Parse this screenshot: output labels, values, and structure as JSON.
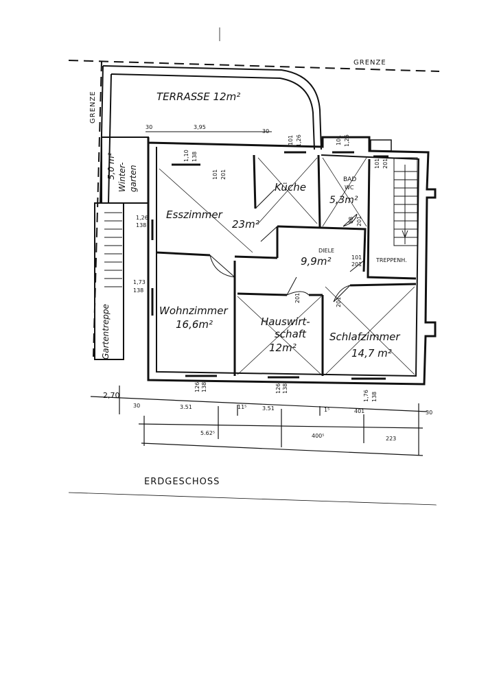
{
  "plan": {
    "floor_label": "ERDGESCHOSS",
    "boundary_labels": {
      "top": "GRENZE",
      "left": "GRENZE"
    },
    "rooms": {
      "terrasse": "TERRASSE 12m²",
      "wintergarten_area": "5,0 m²",
      "wintergarten": "Winter-",
      "wintergarten_2": "garten",
      "esszimmer": "Esszimmer",
      "esszimmer_area": "23m²",
      "kueche": "Küche",
      "bad": "BAD",
      "wc": "WC",
      "bad_area": "5,3m²",
      "diele": "DIELE",
      "diele_area": "9,9m²",
      "treppenhaus": "TREPPENH.",
      "wohnzimmer": "Wohnzimmer",
      "wohnzimmer_area": "16,6m²",
      "hauswirtschaft": "Hauswirt-",
      "hauswirtschaft_2": "schaft",
      "hauswirtschaft_area": "12m²",
      "schlafzimmer": "Schlafzimmer",
      "schlafzimmer_area": "14,7 m²",
      "gartentreppe": "Gartentreppe"
    },
    "window_labels": {
      "esszimmer_top_a": "1,10",
      "esszimmer_top_b": "138",
      "esszimmer_top_c": "101",
      "esszimmer_top_d": "201",
      "kueche_top_a": "101",
      "kueche_top_b": "1,26",
      "bad_top_a": "101",
      "bad_top_b": "1,26",
      "treppe_top_a": "101",
      "treppe_top_b": "201",
      "esszimmer_left_a": "1,26",
      "esszimmer_left_b": "138",
      "wohnzimmer_left_a": "1,73",
      "wohnzimmer_left_b": "138",
      "bad_door_a": "88",
      "bad_door_b": "201",
      "diele_door_a": "101",
      "diele_door_b": "201",
      "hw_door": "201",
      "sz_door": "201",
      "wz_bottom_a": "126",
      "wz_bottom_b": "138",
      "hw_bottom_a": "126",
      "hw_bottom_b": "138",
      "sz_bottom_a": "1,76",
      "sz_bottom_b": "138"
    },
    "dimensions": {
      "top_30_left": "30",
      "top_395": "3,95",
      "top_30_right": "30",
      "left_270": "2,70",
      "row1_30_left": "30",
      "row1_351_a": "3.51",
      "row1_11": "11⁵",
      "row1_351_b": "3.51",
      "row1_115": "1⁵",
      "row1_401": "401",
      "row1_30_right": "30",
      "row2_5625": "5.62⁵",
      "row2_4005": "400⁵",
      "row2_223": "223"
    }
  }
}
